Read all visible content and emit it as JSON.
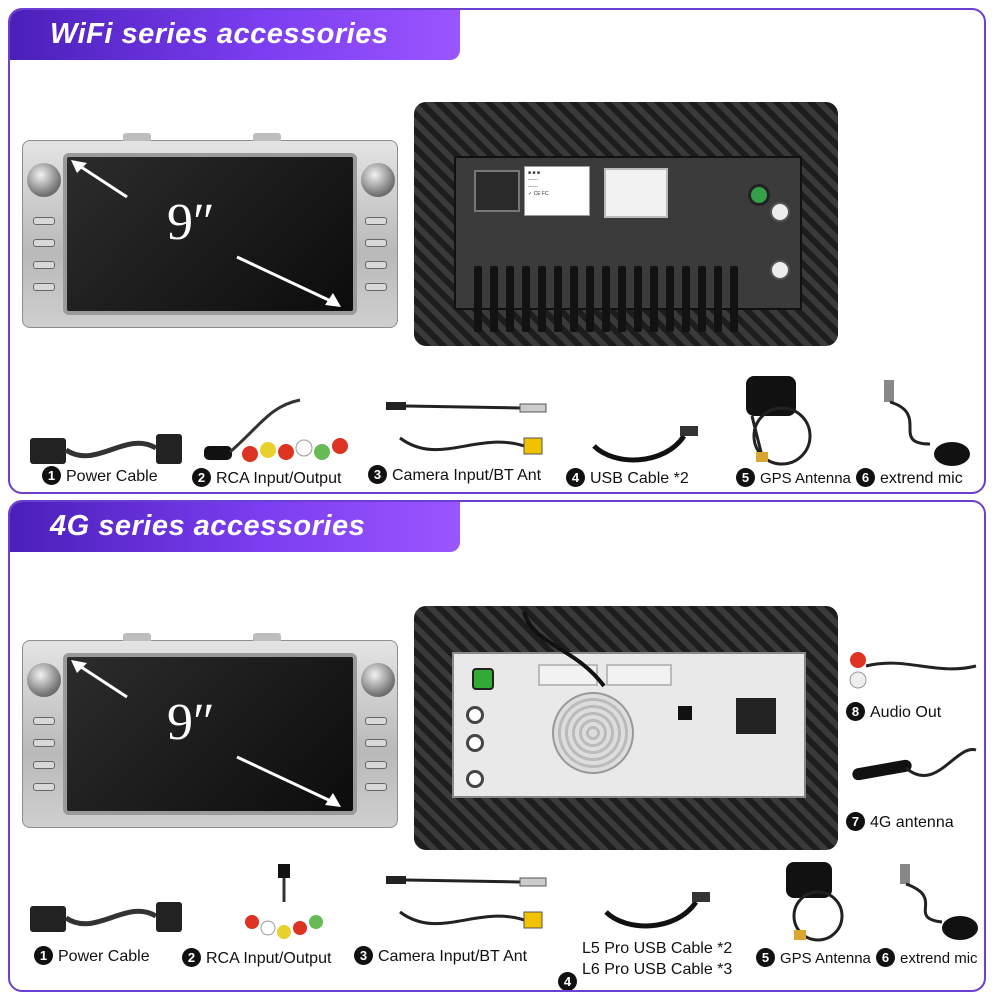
{
  "wifi": {
    "title": "WiFi series accessories",
    "screen_size": "9″",
    "accessories": [
      {
        "num": "1",
        "label": "Power Cable"
      },
      {
        "num": "2",
        "label": "RCA Input/Output"
      },
      {
        "num": "3",
        "label": "Camera Input/BT Ant"
      },
      {
        "num": "4",
        "label": "USB Cable *2"
      },
      {
        "num": "5",
        "label": "GPS Antenna"
      },
      {
        "num": "6",
        "label": "extrend mic"
      }
    ]
  },
  "g4": {
    "title": "4G series accessories",
    "screen_size": "9″",
    "accessories": [
      {
        "num": "1",
        "label": "Power Cable"
      },
      {
        "num": "2",
        "label": "RCA Input/Output"
      },
      {
        "num": "3",
        "label": "Camera Input/BT Ant"
      },
      {
        "num": "4",
        "label_line1": "L5 Pro USB Cable *2",
        "label_line2": "L6 Pro USB Cable *3"
      },
      {
        "num": "5",
        "label": "GPS Antenna"
      },
      {
        "num": "6",
        "label": "extrend mic"
      },
      {
        "num": "7",
        "label": "4G antenna"
      },
      {
        "num": "8",
        "label": "Audio Out"
      }
    ]
  },
  "colors": {
    "banner_start": "#4a1fb8",
    "banner_end": "#9b55ff",
    "border": "#6a3fd1"
  }
}
